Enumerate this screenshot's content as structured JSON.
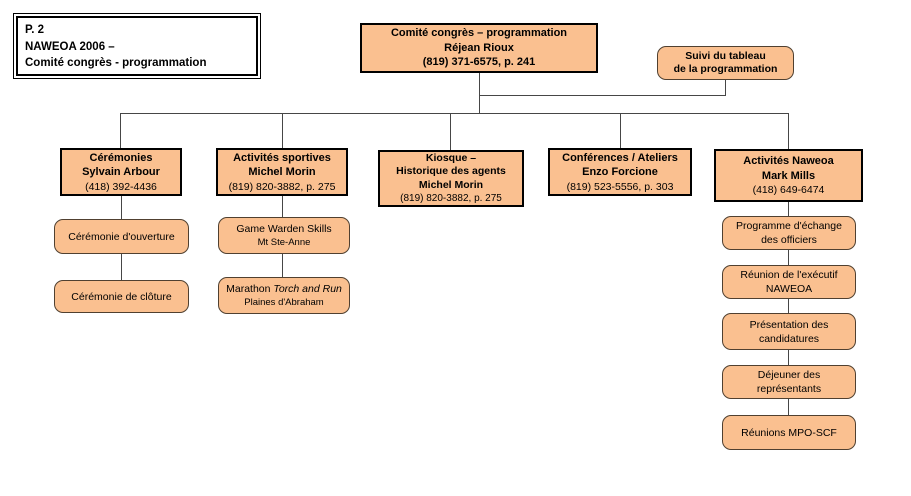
{
  "colors": {
    "box_fill": "#FAC090",
    "hard_border": "#000000",
    "soft_border": "#504030",
    "connector_line": "#464646",
    "background": "#FFFFFF",
    "text": "#000000"
  },
  "title_box": {
    "line1": "P. 2",
    "line2": "NAWEOA 2006 –",
    "line3": "Comité congrès - programmation"
  },
  "root_box": {
    "line1": "Comité congrès – programmation",
    "line2": "Réjean Rioux",
    "line3": "(819) 371-6575, p. 241"
  },
  "suivi_box": {
    "line1": "Suivi du tableau",
    "line2": "de la programmation"
  },
  "level2": {
    "ceremonies": {
      "line1": "Cérémonies",
      "line2": "Sylvain Arbour",
      "line3": "(418) 392-4436"
    },
    "sportives": {
      "line1": "Activités sportives",
      "line2": "Michel Morin",
      "line3": "(819) 820-3882, p. 275"
    },
    "kiosque": {
      "line1": "Kiosque –",
      "line2": "Historique des agents",
      "line3": "Michel Morin",
      "line4": "(819) 820-3882, p. 275"
    },
    "conferences": {
      "line1": "Conférences / Ateliers",
      "line2": "Enzo Forcione",
      "line3": "(819) 523-5556, p. 303"
    },
    "naweoa": {
      "line1": "Activités Naweoa",
      "line2": "Mark Mills",
      "line3": "(418) 649-6474"
    }
  },
  "children": {
    "ouverture": {
      "line1": "Cérémonie d'ouverture"
    },
    "cloture": {
      "line1": "Cérémonie de clôture"
    },
    "game_warden": {
      "line1": "Game Warden Skills",
      "line2": "Mt Ste-Anne"
    },
    "marathon": {
      "prefix": "Marathon ",
      "italic": "Torch and Run",
      "line2": "Plaines d'Abraham"
    },
    "echange": {
      "line1": "Programme d'échange",
      "line2": "des officiers"
    },
    "reunion_exec": {
      "line1": "Réunion de l'exécutif",
      "line2": "NAWEOA"
    },
    "candidatures": {
      "line1": "Présentation des",
      "line2": "candidatures"
    },
    "dejeuner": {
      "line1": "Déjeuner des",
      "line2": "représentants"
    },
    "mpo": {
      "line1": "Réunions MPO-SCF"
    }
  }
}
